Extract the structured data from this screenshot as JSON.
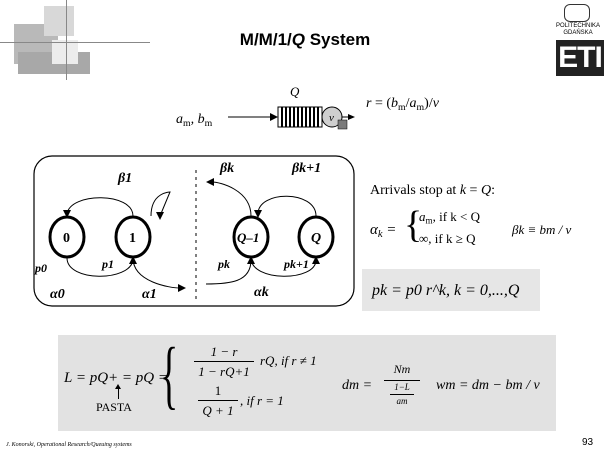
{
  "slide": {
    "title_prefix": "M/M/1/",
    "title_var": "Q",
    "title_suffix": " System",
    "footer": "J. Konorski, Operational Research/Queuing systems",
    "page_number": "93",
    "logo": {
      "line1": "POLITECHNIKA",
      "line2": "GDAŃSKA",
      "mark": "ETI"
    }
  },
  "queue_diagram": {
    "input": "a",
    "input_sub": "m",
    "input2": "b",
    "input2_sub": "m",
    "capacity_label": "Q",
    "server_label": "v",
    "output_r": "r",
    "output_rest": " = (",
    "output_b": "b",
    "output_b_sub": "m",
    "output_slash": "/",
    "output_a": "a",
    "output_a_sub": "m",
    "output_end": ")/",
    "output_v": "v"
  },
  "state_diagram": {
    "states": [
      "0",
      "1",
      "Q–1",
      "Q"
    ],
    "beta_labels": [
      "β1",
      "βk",
      "βk+1"
    ],
    "alpha_labels": [
      "α0",
      "α1",
      "αk"
    ],
    "p_labels": [
      "p0",
      "p1",
      "pk",
      "pk+1"
    ]
  },
  "right_text": {
    "arrivals_line": "Arrivals stop at ",
    "arrivals_k": "k",
    "arrivals_eq": " = ",
    "arrivals_Q": "Q",
    "arrivals_colon": ":",
    "alpha_case1_val": "a",
    "alpha_case1_sub": "m",
    "alpha_case1_cond": ", if k < Q",
    "alpha_case2_val": "∞",
    "alpha_case2_cond": ",  if k ≥ Q",
    "beta_def": "βk ≡ bm / v"
  },
  "p_formula": "pk = p0 r^k,  k = 0,...,Q",
  "bottom": {
    "L_expr": "L = pQ+ = pQ =",
    "pasta": "PASTA",
    "case1_num": "1 − r",
    "case1_den": "1 − rQ+1",
    "case1_tail": "rQ, if r ≠ 1",
    "case2_num": "1",
    "case2_den": "Q + 1",
    "case2_tail": ", if r = 1",
    "d_lhs": "dm =",
    "d_num": "Nm",
    "d_den_num": "1−L",
    "d_den_den": "am",
    "w_expr": "wm = dm − bm / v"
  }
}
